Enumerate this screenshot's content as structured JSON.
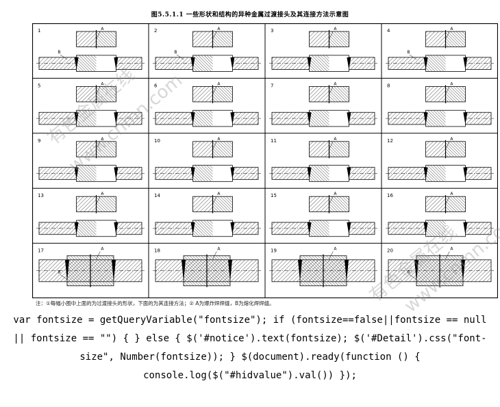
{
  "figure": {
    "title": "图5.5.1.1  一些形状和结构的异种金属过渡接头及其连接方法示意图",
    "note": "注：①每幅小图中上面的为过渡接头的形状，下面的为其连接方法；② A为爆炸焊焊缝，B为熔化焊焊缝。",
    "panels": [
      {
        "num": "1",
        "labels": [
          "A",
          "B"
        ]
      },
      {
        "num": "2",
        "labels": [
          "A",
          "B"
        ]
      },
      {
        "num": "3",
        "labels": [
          "A"
        ]
      },
      {
        "num": "4",
        "labels": [
          "A",
          "B"
        ]
      },
      {
        "num": "5",
        "labels": [
          "A"
        ]
      },
      {
        "num": "6",
        "labels": [
          "A"
        ]
      },
      {
        "num": "7",
        "labels": [
          "A"
        ]
      },
      {
        "num": "8",
        "labels": [
          "A"
        ]
      },
      {
        "num": "9",
        "labels": [
          "A"
        ]
      },
      {
        "num": "10",
        "labels": [
          "A"
        ]
      },
      {
        "num": "11",
        "labels": [
          "A"
        ]
      },
      {
        "num": "12",
        "labels": [
          "A"
        ]
      },
      {
        "num": "13",
        "labels": [
          "A"
        ]
      },
      {
        "num": "14",
        "labels": [
          "A"
        ]
      },
      {
        "num": "15",
        "labels": [
          "A"
        ]
      },
      {
        "num": "16",
        "labels": [
          "A"
        ]
      },
      {
        "num": "17",
        "labels": [
          "A",
          "B"
        ]
      },
      {
        "num": "18",
        "labels": [
          "A"
        ]
      },
      {
        "num": "19",
        "labels": [
          "A"
        ]
      },
      {
        "num": "20",
        "labels": [
          "A",
          "B"
        ]
      }
    ]
  },
  "watermarks": [
    "有色金属在线",
    "www.cnmn.com",
    "有色金属在线",
    "www.cnmn.com"
  ],
  "code_text": "var fontsize = getQueryVariable(\"fontsize\"); if (fontsize==false||fontsize == null || fontsize == \"\") { } else { $('#notice').text(fontsize); $('#Detail').css(\"font-size\", Number(fontsize)); } $(document).ready(function () { console.log($(\"#hidvalue\").val()) });"
}
